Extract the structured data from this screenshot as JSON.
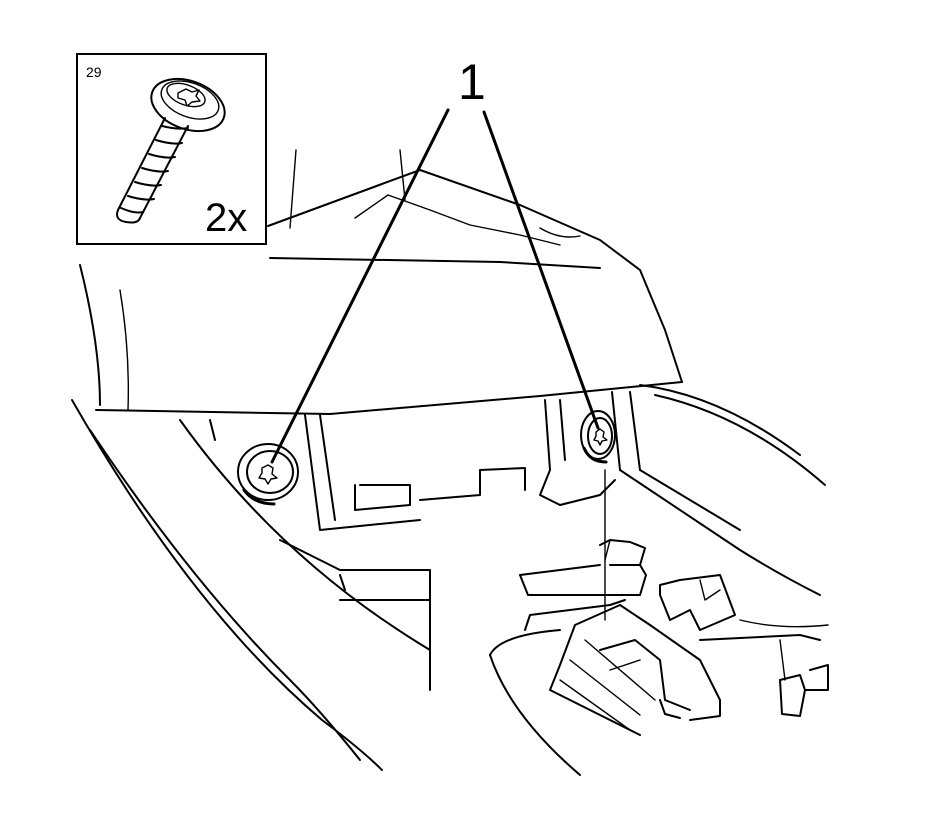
{
  "callout": {
    "label": "1",
    "targets": [
      "left-fastener",
      "right-fastener"
    ]
  },
  "inset": {
    "part_number": "29",
    "quantity": "2x",
    "icon": "screw-with-washer-icon"
  },
  "colors": {
    "line": "#000000",
    "background": "#ffffff"
  }
}
